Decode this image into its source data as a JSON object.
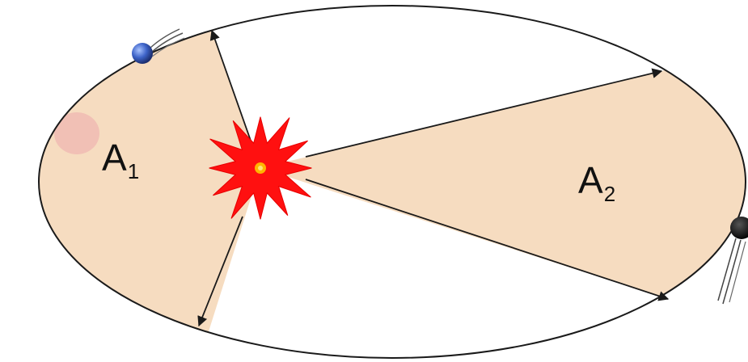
{
  "diagram": {
    "labels": {
      "a1": {
        "letter": "A",
        "subscript": "1"
      },
      "a2": {
        "letter": "A",
        "subscript": "2"
      }
    },
    "colors": {
      "sector_fill": "#f6dcc0",
      "sector_blush": "#f0b3b0",
      "orbit_stroke": "#1a1a1a",
      "arrow_stroke": "#1a1a1a",
      "sun_fill": "#ff1010",
      "sun_core": "#ffb400",
      "planet_blue": "#3d63c8",
      "planet_dark": "#111111",
      "background": "#ffffff"
    },
    "icons": {
      "sun": "starburst-sun-icon",
      "planet_near": "blue-planet-icon",
      "planet_far": "dark-planet-icon"
    }
  }
}
